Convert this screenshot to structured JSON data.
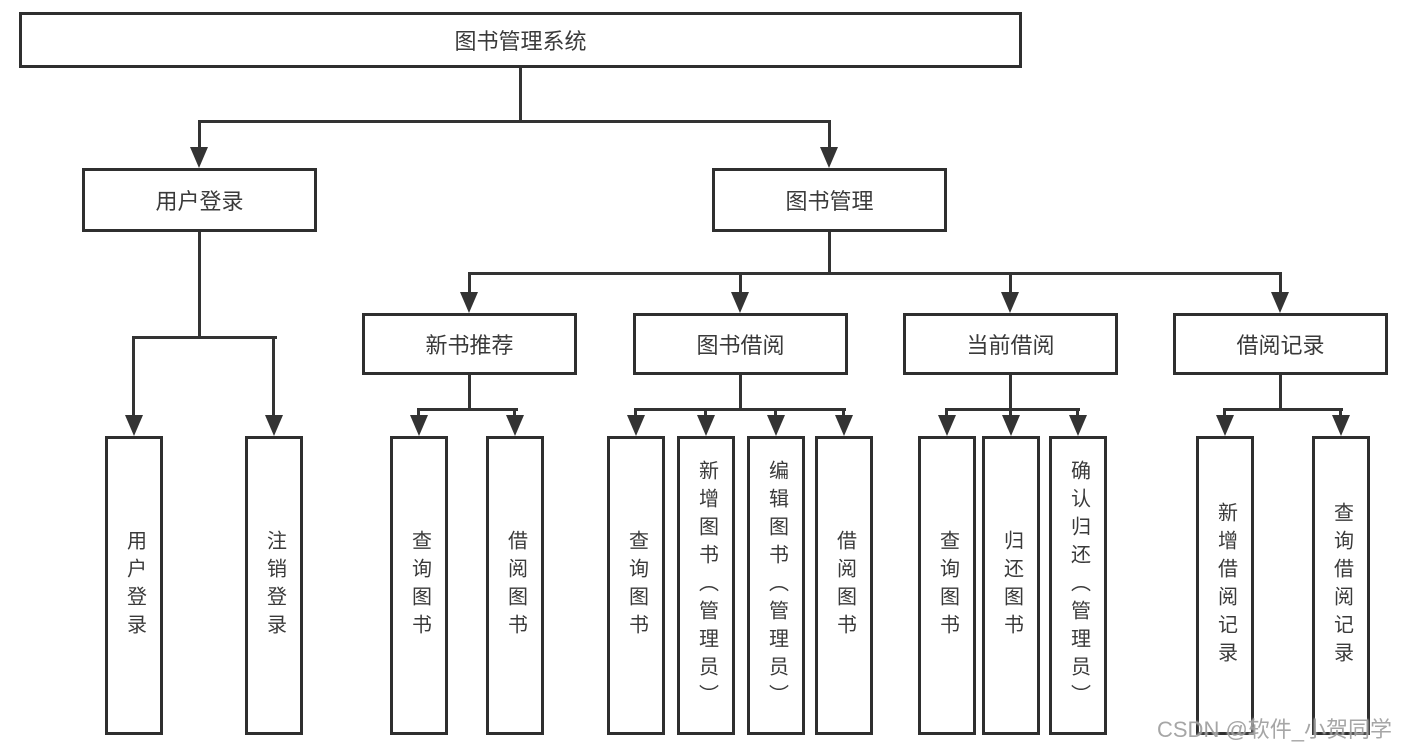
{
  "diagram": {
    "root": {
      "label": "图书管理系统"
    },
    "level2": [
      {
        "label": "用户登录"
      },
      {
        "label": "图书管理"
      }
    ],
    "level3": [
      {
        "label": "新书推荐"
      },
      {
        "label": "图书借阅"
      },
      {
        "label": "当前借阅"
      },
      {
        "label": "借阅记录"
      }
    ],
    "leaves": [
      {
        "label": "用户登录"
      },
      {
        "label": "注销登录"
      },
      {
        "label": "查询图书"
      },
      {
        "label": "借阅图书"
      },
      {
        "label": "查询图书"
      },
      {
        "label": "新增图书（管理员）"
      },
      {
        "label": "编辑图书（管理员）"
      },
      {
        "label": "借阅图书"
      },
      {
        "label": "查询图书"
      },
      {
        "label": "归还图书"
      },
      {
        "label": "确认归还（管理员）"
      },
      {
        "label": "新增借阅记录"
      },
      {
        "label": "查询借阅记录"
      }
    ]
  },
  "watermark": {
    "text": "CSDN @软件_小贺同学"
  },
  "colors": {
    "line": "#333333",
    "border": "#2f2f2f",
    "text": "#3a3a3a",
    "background": "#ffffff",
    "watermark": "#b5b5b5"
  }
}
